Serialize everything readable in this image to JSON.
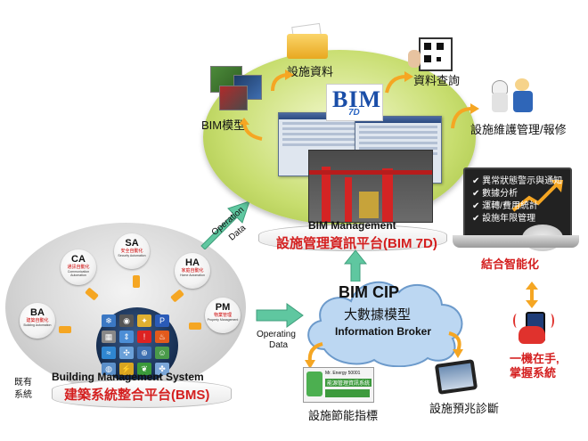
{
  "colors": {
    "accent_red": "#d41f1f",
    "bim_green": "#c7dd6e",
    "arrow_green": "#5fc7a0",
    "connector_orange": "#f5a623",
    "core_blue": "#13294a",
    "cloud_blue": "#bcd7f2"
  },
  "bms": {
    "title_en": "Building Management System",
    "title_zh": "建築系統整合平台(BMS)",
    "side_label_line1": "既有",
    "side_label_line2": "系統",
    "modules": {
      "ca": {
        "abbr": "CA",
        "zh": "通訊自動化",
        "en": "Communication Automation"
      },
      "sa": {
        "abbr": "SA",
        "zh": "安全自動化",
        "en": "Security Automation"
      },
      "ha": {
        "abbr": "HA",
        "zh": "家庭自動化",
        "en": "Home Automation"
      },
      "ba": {
        "abbr": "BA",
        "zh": "建築自動化",
        "en": "Building Automation"
      },
      "pm": {
        "abbr": "PM",
        "zh": "物業管理",
        "en": "Property Management"
      }
    },
    "core_icons": [
      "ac-icon",
      "camera-icon",
      "bulb-icon",
      "parking-icon",
      "meter-icon",
      "lift-icon",
      "fire-alarm-icon",
      "fire-icon",
      "water-icon",
      "fan-icon",
      "pump-icon",
      "people-icon",
      "water-meter-icon",
      "power-icon",
      "leaf-icon",
      "fan-icon"
    ]
  },
  "arrows": {
    "bms_to_bim": {
      "line1": "Operation",
      "line2": "Data"
    },
    "bms_to_cip": {
      "line1": "Operating",
      "line2": "Data"
    }
  },
  "bim": {
    "title_en": "BIM Management",
    "title_zh": "設施管理資訊平台(BIM 7D)",
    "logo_main": "BIM",
    "logo_sub": "7D",
    "labels": {
      "model": "BIM模型",
      "facility_data": "設施資料",
      "data_query": "資料查詢",
      "maintenance": "設施維護管理/報修"
    }
  },
  "cip": {
    "title": "BIM CIP",
    "subtitle_zh": "大數據模型",
    "subtitle_en": "Information Broker"
  },
  "bottom": {
    "energy_label": "設施節能指標",
    "energy_card_line1": "Mr. Energy 50001",
    "energy_card_line2": "能源管理資訊系統",
    "predict_label": "設施預兆診斷"
  },
  "smart": {
    "items": [
      "異常狀態警示與通知",
      "數據分析",
      "運轉/費用統計",
      "設施年限管理"
    ],
    "label": "結合智能化",
    "mobile_line1": "一機在手,",
    "mobile_line2": "掌握系統"
  }
}
